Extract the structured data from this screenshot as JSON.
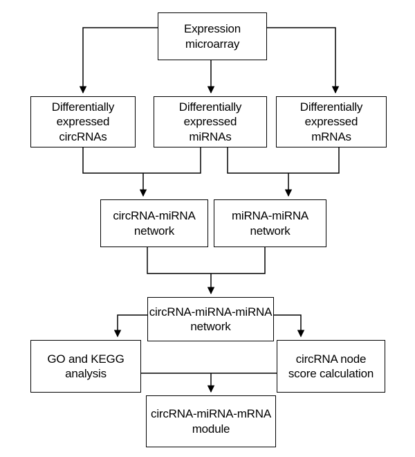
{
  "nodes": {
    "expression_microarray": "Expression\nmicroarray",
    "de_circrnas": "Differentially\nexpressed\ncircRNAs",
    "de_mirnas": "Differentially\nexpressed\nmiRNAs",
    "de_mrnas": "Differentially\nexpressed\nmRNAs",
    "circrna_mirna_network": "circRNA-miRNA\nnetwork",
    "mirna_mirna_network": "miRNA-miRNA\nnetwork",
    "circrna_mirna_mirna_network": "circRNA-miRNA-miRNA\nnetwork",
    "go_kegg_analysis": "GO and KEGG\nanalysis",
    "circrna_node_score": "circRNA node\nscore calculation",
    "circrna_mirna_mrna_module": "circRNA-miRNA-mRNA\nmodule"
  },
  "colors": {
    "line": "#000000",
    "box_border": "#000000",
    "background": "#ffffff"
  }
}
